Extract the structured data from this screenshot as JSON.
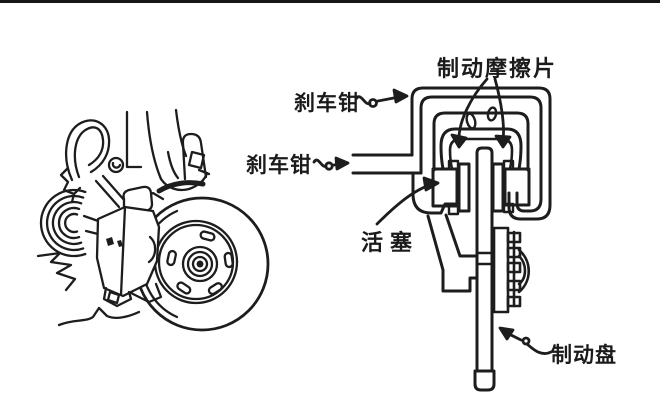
{
  "diagram": {
    "kind": "disc-brake-assembly-diagram",
    "labels": {
      "friction_pads": "制动摩擦片",
      "caliper_upper": "刹车钳",
      "caliper_left": "刹车钳",
      "piston": "活塞",
      "disc": "制动盘"
    },
    "colors": {
      "ink": "#1d1d1d",
      "background": "#ffffff"
    }
  }
}
